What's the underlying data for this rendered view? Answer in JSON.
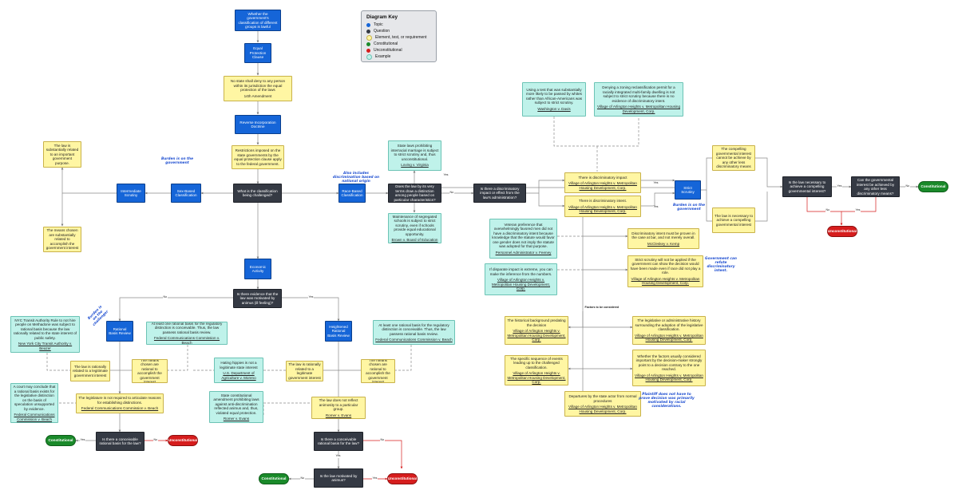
{
  "key": {
    "title": "Diagram Key",
    "items": [
      {
        "label": "Topic",
        "color": "#1565d8"
      },
      {
        "label": "Question",
        "color": "#353a44"
      },
      {
        "label": "Element, test, or requirement",
        "color": "#fff6a3"
      },
      {
        "label": "Constitutional",
        "color": "#1a8a2a"
      },
      {
        "label": "Unconstitutional",
        "color": "#d61d1d"
      },
      {
        "label": "Example",
        "color": "#bff2ea"
      }
    ]
  },
  "nodes": {
    "root": {
      "text": "Whether the government's classification of different groups is lawful"
    },
    "epc": {
      "text": "Equal Protection Clause"
    },
    "amend": {
      "text": "No state shall deny to any person within its jurisdiction the equal protection of the laws",
      "cite": "14th Amendment"
    },
    "rid": {
      "text": "Reverse Incorporation Doctrine"
    },
    "restr": {
      "text": "Restrictions imposed on the state governments by the equal protection clause apply to the federal government."
    },
    "what": {
      "text": "What is the classification being challenged?"
    },
    "sex": {
      "text": "Sex-Based Classification"
    },
    "inter": {
      "text": "Intermediate Scrutiny"
    },
    "subst": {
      "text": "The law is substantially related to an important government purpose."
    },
    "means_sub": {
      "text": "The means chosen are substantially related to accomplish the government interest"
    },
    "race": {
      "text": "Race-Based Classification"
    },
    "loving": {
      "text": "State laws prohibiting interracial marriage is subject to strict scrutiny and, thus unconstitutional.",
      "cite": "Loving v. Virginia"
    },
    "brown": {
      "text": "Maintenance of segregated schools is subject to strict scrutiny, even if schools provide equal educational opportunity.",
      "cite": "Brown v. Board of Education"
    },
    "facial": {
      "text": "Does the law by its very terms draw a distinction among people based on particular characteristics?"
    },
    "disc_q": {
      "text": "Is there a discriminatory impact or effect from the law's administration?"
    },
    "washington": {
      "text": "Using a test that was substantially more likely to be passed by whites rather than African-Americans was subject to strict scrutiny.",
      "cite": "Washington v. Davis"
    },
    "arl_denied": {
      "text": "Denying a zoning reclassification permit for a racially integrated multi-family dwelling is not subject to strict scrutiny because there is no evidence of discriminatory intent.",
      "cite": "Village of Arlington Heights v. Metropolitan Housing Development, Corp."
    },
    "impact": {
      "text": "There is discriminatory impact",
      "cite": "Village of Arlington Heights v. Metropolitan Housing Development, Corp."
    },
    "intent": {
      "text": "There is discriminatory intent.",
      "cite": "Village of Arlington Heights v. Metropolitan Housing Development, Corp."
    },
    "strict": {
      "text": "Strict Scrutiny"
    },
    "compel": {
      "text": "The compelling governmental interest cannot be achieve by any other less discriminatory means"
    },
    "nec": {
      "text": "The law is necessary to achieve a compelling governmental interest"
    },
    "nec_q": {
      "text": "Is the law necessary to achieve a compelling governmental interest?"
    },
    "less_q": {
      "text": "Can the governmental interest be achieved by any other less discriminatory means?"
    },
    "con_strict": {
      "text": "Constitutional"
    },
    "un_strict": {
      "text": "Unconstitutional"
    },
    "veteran": {
      "text": "Veteran preference that overwhelmingly favored men did not have a discriminatory intent because knowledge that the statute would favor one gender does not imply the statute was adopted for that purpose.",
      "cite": "Personnel Administrator v. Feeney"
    },
    "mccleskey": {
      "text": "Discriminatory intent must be proven in the case at bar, and not merely overall.",
      "cite": "McCleskey v. Kemp"
    },
    "disparate": {
      "text": "If disparate impact is extreme, you can make the inference from the numbers.",
      "cite": "Village of Arlington Heights v. Metropolitan Housing Development, Corp."
    },
    "not_applied": {
      "text": "Strict scrutiny will not be applied if the government can show the decision would have been made even if race did not play a role.",
      "cite": "Village of Arlington Heights v. Metropolitan Housing Development, Corp."
    },
    "hist": {
      "text": "The historical background predating the decision",
      "cite": "Village of Arlington Heights v. Metropolitan Housing Development, Corp."
    },
    "legis": {
      "text": "The legislative or administrative history surrounding the adoption of the legislative classification.",
      "cite": "Village of Arlington Heights v. Metropolitan Housing Development, Corp."
    },
    "seq": {
      "text": "The specific sequence of events leading up to the challenged classification.",
      "cite": "Village of Arlington Heights v. Metropolitan Housing Development, Corp."
    },
    "factors": {
      "text": "Whether the factors usually considered important by the decision-maker strongly point to a decision contrary to the one reached.",
      "cite": "Village of Arlington Heights v. Metropolitan Housing Development, Corp."
    },
    "depart": {
      "text": "Departures by the state actor from normal procedures",
      "cite": "Village of Arlington Heights v. Metropolitan Housing Development, Corp."
    },
    "econ": {
      "text": "Economic Activity"
    },
    "animus_q": {
      "text": "Is there evidence that the law was motivated by animus (ill feeling)?"
    },
    "rbr": {
      "text": "Rational Basis Review"
    },
    "hrbr": {
      "text": "Heightened Rational Basis Review"
    },
    "nyc": {
      "text": "NYC Transit Authority Rule to not hire people on Methadone was subject to rational basis because the law rationally related to the state interest of public safety.",
      "cite": "New York City Transit Authority v. Beazer"
    },
    "fcc1": {
      "text": "At least one rational basis for the regulatory distinction is conceivable. Thus, the law passess rational basis review.",
      "cite": "Federal Communications Commission v. Beach"
    },
    "fcc2": {
      "text": "At least one rational basis for the regulatory distinction is conceivable. Thus, the law passess rational basis review.",
      "cite": "Federal Communications Commission v. Beach"
    },
    "rat1": {
      "text": "The law is rationally related to a legitimate government interest"
    },
    "means1": {
      "text": "The means chosen are rational to accomplish the government interest"
    },
    "hippies": {
      "text": "Hating hippies is not a legitimate state interest",
      "cite": "U.S. Department of Agriculture v. Moreno"
    },
    "rat2": {
      "text": "The law is rationally related to a legitimate government interest"
    },
    "means2": {
      "text": "The means chosen are rational to accomplish the government interest"
    },
    "court": {
      "text": "A court may conclude that a rational basis exists for the legislative distinction on the basis of speculation unsupported by evidence.",
      "cite": "Federal Communications Commission v. Beach"
    },
    "legis_req": {
      "text": "The legislature is not required to articulate reasons for establishing distinctions.",
      "cite": "Federal Communications Commission v. Beach"
    },
    "romer1": {
      "text": "State constitutional amendment prohibiting laws against anti-discrimination reflected animus and, thus, violated equal protection.",
      "cite": "Romer v. Evans"
    },
    "not_reflect": {
      "text": "The law does not reflect animosity to a particular group.",
      "cite": "Romer v. Evans"
    },
    "conc_q1": {
      "text": "Is there a conceivable rational basis for the law?"
    },
    "conc_q2": {
      "text": "Is there a conceivable rational basis for the law?"
    },
    "mot_q": {
      "text": "Is the law motivated by animus?"
    },
    "con_rb": {
      "text": "Constitutional"
    },
    "un_rb": {
      "text": "Unconstitutional"
    },
    "con_h": {
      "text": "Constitutional"
    },
    "un_h": {
      "text": "Unconstitutional"
    }
  },
  "notes": {
    "burden_gov": "Burden is on the government",
    "also_nat": "Also includes discrimination based on national origin",
    "burden_gov2": "Burden is on the government",
    "gov_refute": "Government can refute discriminatory intent.",
    "burden_chal": "Burden is on the challenger",
    "plaintiff": "Plaintiff does not have to prove decision was primarily motivated by racial considerations."
  },
  "labels": {
    "yes": "Yes",
    "no": "No",
    "factors": "Factors to be considered"
  }
}
